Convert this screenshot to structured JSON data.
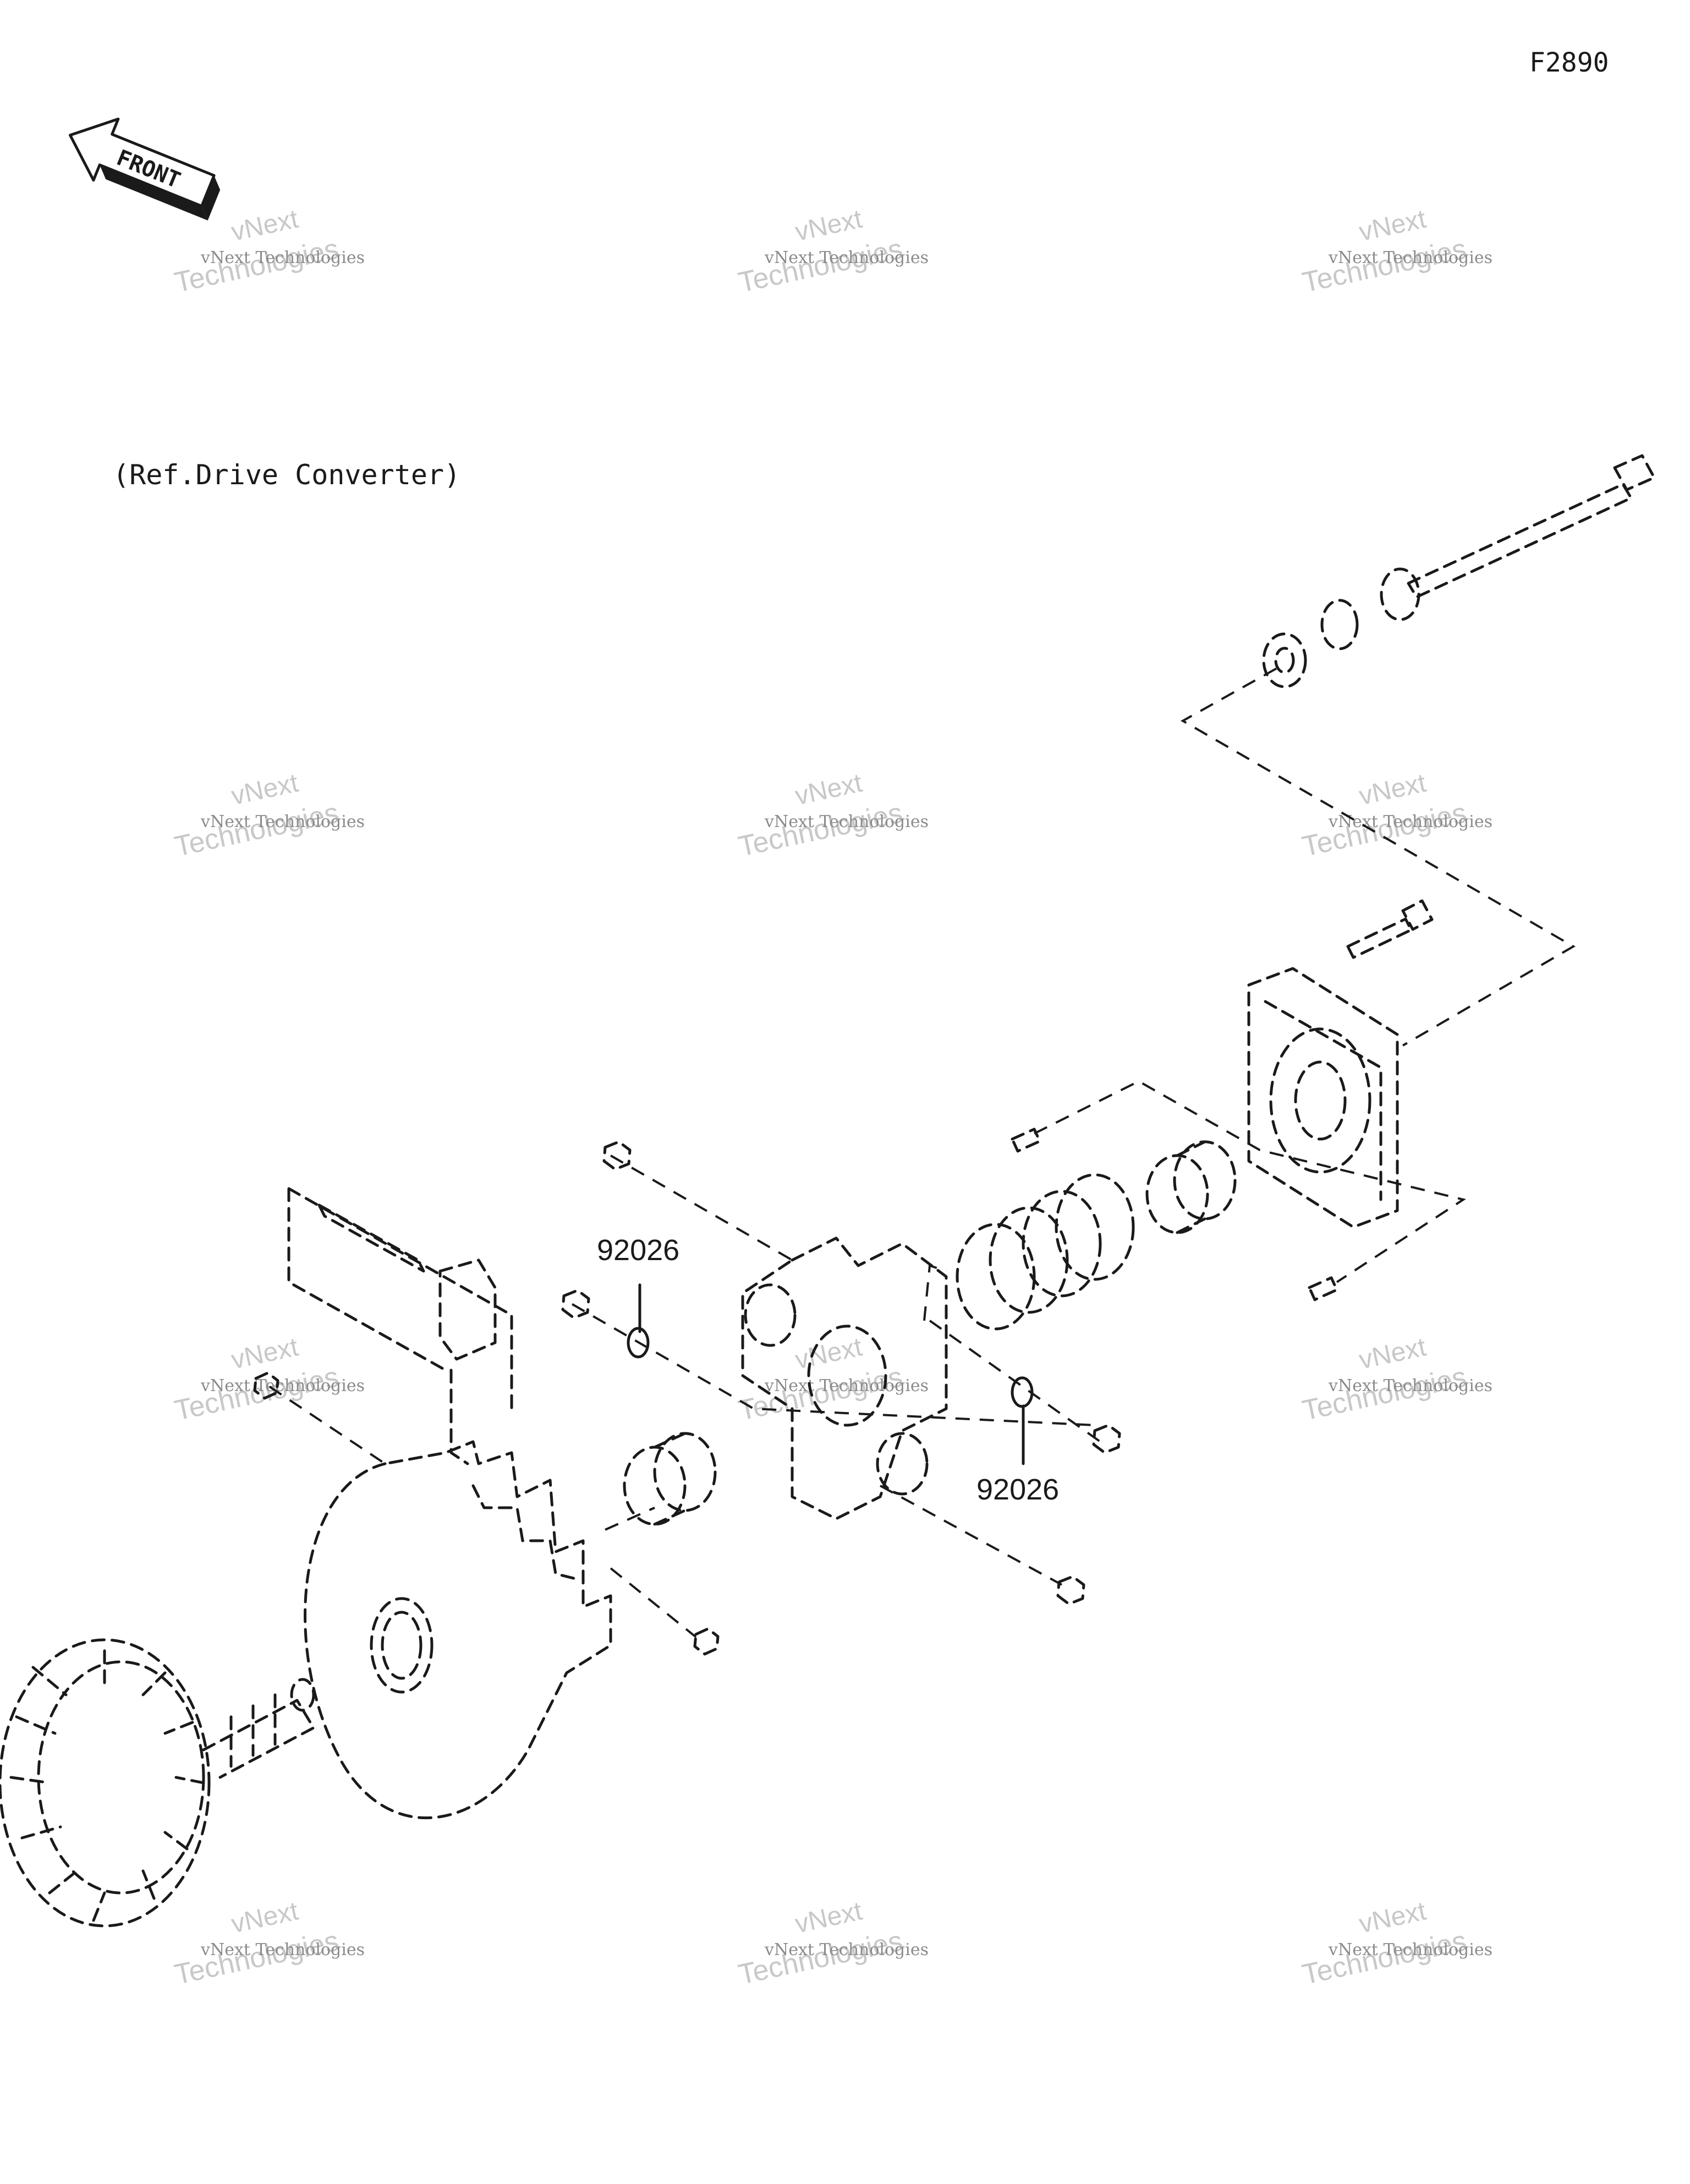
{
  "diagram": {
    "figure_code": "F2890",
    "front_label": "FRONT",
    "reference_note": "(Ref.Drive Converter)",
    "callouts": [
      {
        "part_number": "92026"
      },
      {
        "part_number": "92026"
      }
    ],
    "watermark": {
      "line1": "vNext Technologies",
      "line2": "Technologies",
      "line3": "vNext"
    }
  }
}
